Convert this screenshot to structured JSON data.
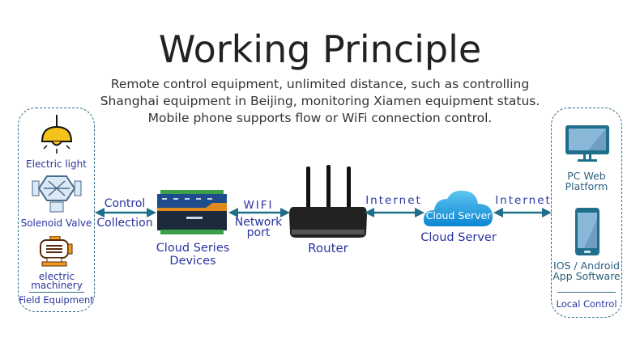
{
  "title": "Working Principle",
  "subtitle": "Remote control equipment, unlimited distance, such as controlling Shanghai equipment in Beijing, monitoring Xiamen equipment status. Mobile phone supports flow or WiFi connection control.",
  "field": {
    "items": [
      "Electric light",
      "Solenoid Valve",
      "electric machinery"
    ],
    "group_label": "Field Equipment"
  },
  "link1": {
    "top": "Control",
    "bottom": "Collection"
  },
  "device": {
    "label": "Cloud Series Devices"
  },
  "link2": {
    "top": "WIFI",
    "bottom": "Network port"
  },
  "router": {
    "label": "Router"
  },
  "link3": {
    "top": "Internet"
  },
  "cloud": {
    "icon_text": "Cloud Server",
    "label": "Cloud Server"
  },
  "link4": {
    "top": "Internet"
  },
  "control": {
    "items": [
      "PC Web Platform",
      "IOS / Android App Software"
    ],
    "group_label": "Local Control"
  },
  "colors": {
    "arrow": "#1f6f8b",
    "label": "#2b34a0"
  }
}
